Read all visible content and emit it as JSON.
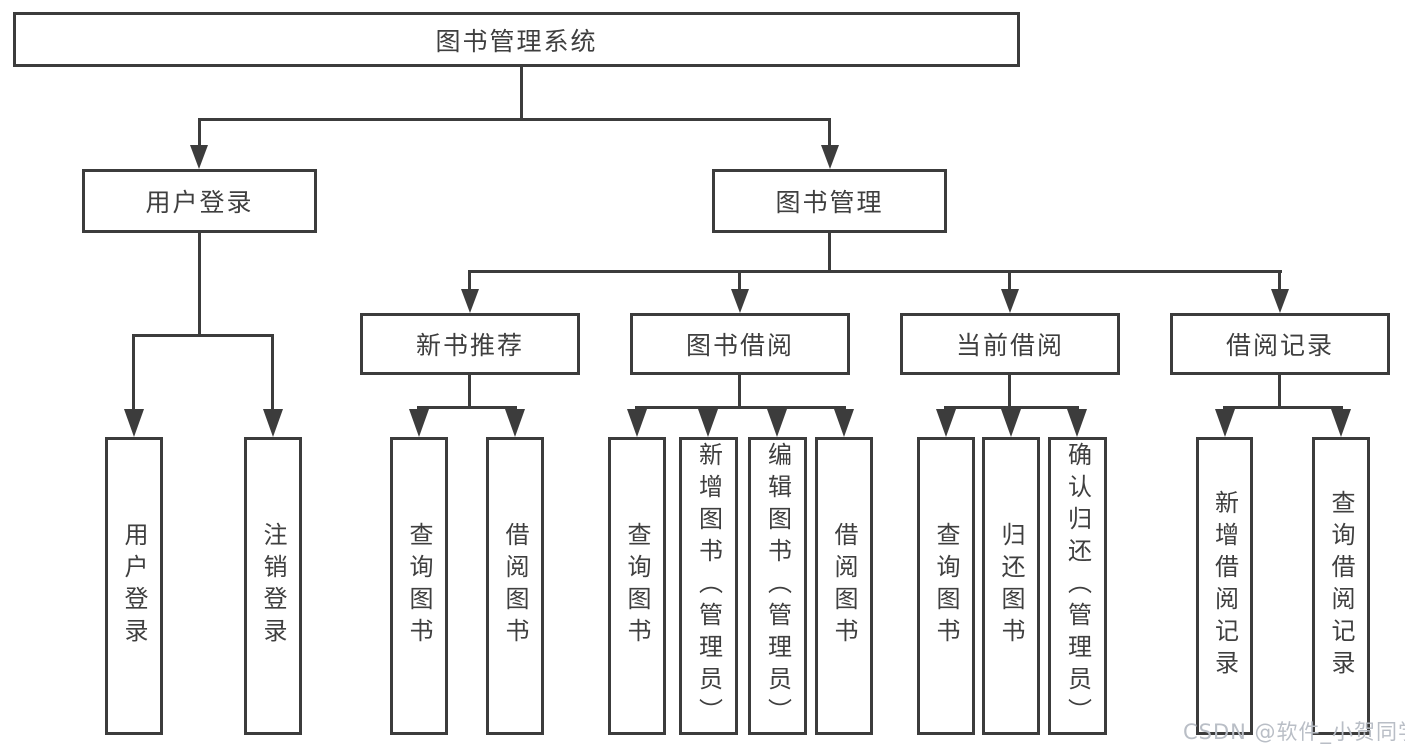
{
  "diagram": {
    "root": "图书管理系统",
    "login": {
      "label": "用户登录",
      "leaves": [
        "用户登录",
        "注销登录"
      ]
    },
    "mgmt": {
      "label": "图书管理",
      "groups": [
        {
          "label": "新书推荐",
          "leaves": [
            "查询图书",
            "借阅图书"
          ]
        },
        {
          "label": "图书借阅",
          "leaves": [
            "查询图书",
            "新增图书（管理员）",
            "编辑图书（管理员）",
            "借阅图书"
          ]
        },
        {
          "label": "当前借阅",
          "leaves": [
            "查询图书",
            "归还图书",
            "确认归还（管理员）"
          ]
        },
        {
          "label": "借阅记录",
          "leaves": [
            "新增借阅记录",
            "查询借阅记录"
          ]
        }
      ]
    }
  },
  "watermark": "CSDN @软件_小贺同学",
  "colors": {
    "line": "#3c3c3c",
    "text": "#3f3f3f",
    "watermark": "#b9bec6",
    "background": "#ffffff"
  }
}
